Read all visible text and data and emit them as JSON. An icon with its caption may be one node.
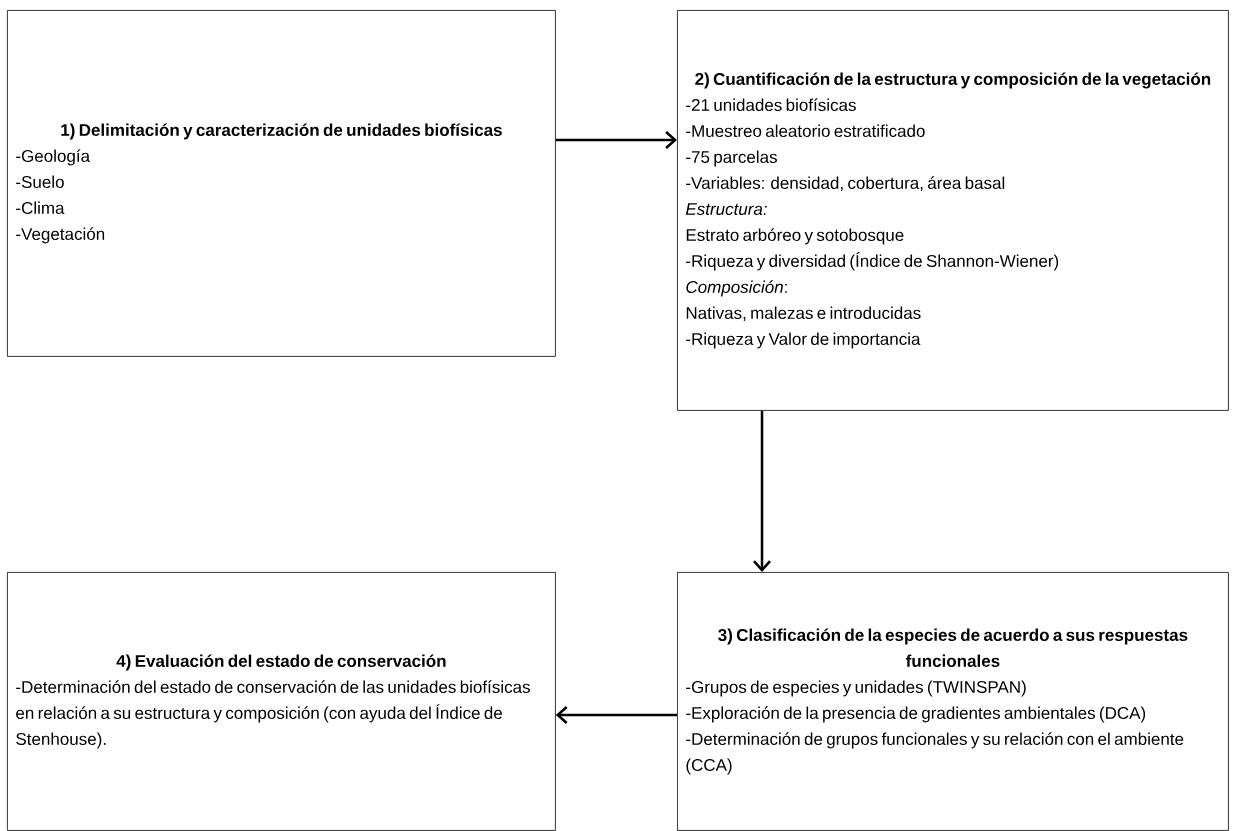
{
  "diagram": {
    "nodes": [
      {
        "text": [
          "1) Delimitación y caracterización de unidades biofísicas",
          "-Geología",
          "-Suelo",
          "-Clima",
          "-Vegetación"
        ]
      },
      {
        "text": [
          "2) Cuantificación de la estructura y composición de la vegetación",
          "-21 unidades biofísicas",
          "-Muestreo aleatorio estratificado",
          "-75 parcelas",
          "-Variables: densidad, cobertura, área basal",
          "*Estructura:*",
          "Estrato arbóreo y sotobosque",
          "-Riqueza y diversidad (Índice de Shannon-Wiener)",
          "*Composición*:",
          "Nativas, malezas e introducidas",
          "-Riqueza y Valor de importancia"
        ]
      },
      {
        "text": [
          "3) Clasificación de la especies de acuerdo a sus respuestas funcionales",
          "-Grupos de especies y unidades (TWINSPAN)",
          "-Exploración de la presencia de gradientes ambientales (DCA)",
          "-Determinación de grupos funcionales y su relación con el ambiente (CCA)"
        ]
      },
      {
        "text": [
          "4) Evaluación del estado de conservación",
          "-Determinación del estado de conservación  de las unidades biofísicas en relación a su estructura y composición (con ayuda del Índice de Stenhouse)."
        ]
      }
    ],
    "edges": [
      {
        "from": 0,
        "to": 1,
        "arrow": "to"
      },
      {
        "from": 1,
        "to": 2,
        "arrow": "to"
      },
      {
        "from": 2,
        "to": 3,
        "arrow": "to"
      }
    ]
  }
}
